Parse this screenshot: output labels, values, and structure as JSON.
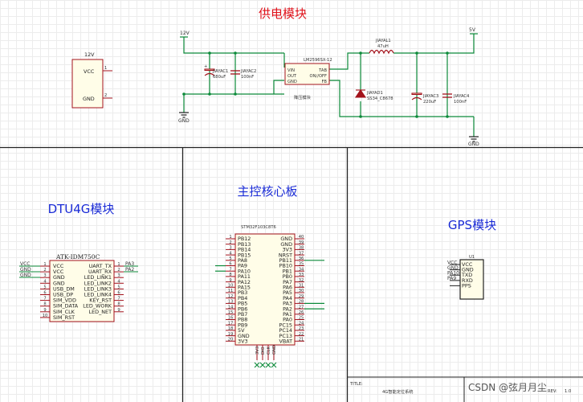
{
  "sections": {
    "power": {
      "title": "供电模块",
      "color": "#e0121b"
    },
    "dtu": {
      "title": "DTU4G模块",
      "color": "#1a2bd6"
    },
    "mcu": {
      "title": "主控核心板",
      "color": "#1a2bd6"
    },
    "gps": {
      "title": "GPS模块",
      "color": "#1a2bd6"
    }
  },
  "power": {
    "net_12v": "12V",
    "net_5v": "5V",
    "net_gnd_left": "GND",
    "net_gnd_right": "GND",
    "connector": {
      "label": "12V",
      "pin_vcc": "VCC",
      "pin_gnd": "GND",
      "pin1": "1",
      "pin2": "2"
    },
    "c1": {
      "ref": "JIAYAC1",
      "value": "680uF"
    },
    "c2": {
      "ref": "JIAYAC2",
      "value": "100nF"
    },
    "regulator": {
      "ref": "LM2596SX-12",
      "pins_left": [
        "VIN",
        "OUT",
        "GND"
      ],
      "pins_right": [
        "TAB",
        "ON∕/OFF",
        "FB"
      ],
      "label": "降压模块"
    },
    "inductor": {
      "ref": "JIAYAL1",
      "value": "47uH"
    },
    "diode": {
      "ref": "JIAYAD1",
      "value": "SS34_C8678"
    },
    "c3": {
      "ref": "JIAYAC3",
      "value": "220uF"
    },
    "c4": {
      "ref": "JIAYAC4",
      "value": "100nF"
    }
  },
  "dtu": {
    "part": "ATK-IDM750C",
    "left_pins": [
      "VCC",
      "VCC",
      "GND",
      "GND",
      "USB_DM",
      "USB_DP",
      "SIM_VDD",
      "SIM_DATA",
      "SIM_CLK",
      "SIM_RST"
    ],
    "right_pins": [
      "UART_TX",
      "UART_RX",
      "LED_LINK1",
      "LED_LINK2",
      "LED_LINK3",
      "LED_LINK4",
      "KEY_RST",
      "LED_WORK",
      "LED_NET"
    ],
    "left_nums": [
      "1",
      "2",
      "3",
      "4",
      "5",
      "6",
      "7",
      "8",
      "9",
      "10"
    ],
    "right_nums": [
      "1",
      "2",
      "3",
      "4",
      "5",
      "6",
      "7",
      "8",
      "9"
    ],
    "nets_left": [
      "VCC",
      "GND",
      "GND"
    ],
    "nets_right": [
      "PA3",
      "PA2"
    ]
  },
  "mcu": {
    "part": "STM32F103C8T6",
    "left_pins": [
      "PB12",
      "PB13",
      "PB14",
      "PB15",
      "PA8",
      "PA9",
      "PA10",
      "PA11",
      "PA12",
      "PA15",
      "PB3",
      "PB4",
      "PB5",
      "PB6",
      "PB7",
      "PB8",
      "PB9",
      "5V",
      "GND",
      "3V3"
    ],
    "right_pins": [
      "GND",
      "GND",
      "3V3",
      "NRST",
      "PB11",
      "PB10",
      "PB1",
      "PB0",
      "PA7",
      "PA6",
      "PA5",
      "PA4",
      "PA3",
      "PA2",
      "PA1",
      "PA0",
      "PC15",
      "PC14",
      "PC13",
      "VBAT"
    ],
    "left_nums": [
      "1",
      "2",
      "3",
      "4",
      "5",
      "6",
      "7",
      "8",
      "9",
      "10",
      "11",
      "12",
      "13",
      "14",
      "15",
      "16",
      "17",
      "18",
      "19",
      "20"
    ],
    "right_nums": [
      "40",
      "39",
      "38",
      "37",
      "36",
      "35",
      "34",
      "33",
      "32",
      "31",
      "30",
      "29",
      "28",
      "27",
      "26",
      "25",
      "24",
      "23",
      "22",
      "21"
    ],
    "bottom_pins": [
      "3V3",
      "DIO",
      "CLK",
      "GND"
    ]
  },
  "gps": {
    "ref": "U1",
    "pins": [
      "VCC",
      "GND",
      "TXD",
      "RXD",
      "PPS"
    ],
    "nets": [
      "VCC",
      "GND",
      "PA10",
      "PA9"
    ]
  },
  "title_block": {
    "label": "TITLE:",
    "title": "4G智能定位系统",
    "rev": "REV:",
    "rev_value": "1.0"
  },
  "watermark": "CSDN @弦月月尘",
  "colors": {
    "wire": "#0c8a3a",
    "component": "#a3121b",
    "body_fill": "#fffde8",
    "frame": "#222222"
  }
}
